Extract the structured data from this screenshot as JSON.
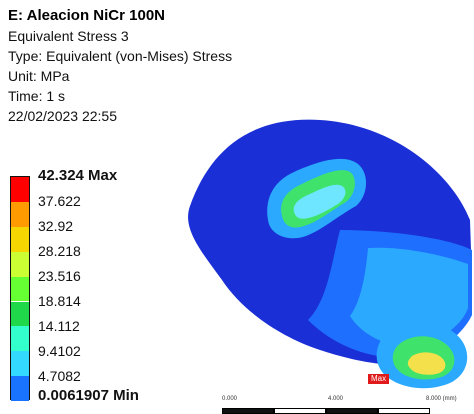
{
  "info": {
    "title": "E: Aleacion NiCr 100N",
    "lines": [
      "Equivalent Stress 3",
      "Type: Equivalent (von-Mises) Stress",
      "Unit: MPa",
      "Time: 1 s",
      "22/02/2023 22:55"
    ]
  },
  "legend": {
    "labels": [
      "42.324 Max",
      "37.622",
      "32.92",
      "28.218",
      "23.516",
      "18.814",
      "14.112",
      "9.4102",
      "4.7082",
      "0.0061907 Min"
    ],
    "colors": [
      "#ff0000",
      "#ff9a00",
      "#f6d600",
      "#ccff33",
      "#66ff33",
      "#1fd94a",
      "#33ffcc",
      "#33d9ff",
      "#1a73ff",
      "#0000d0"
    ]
  },
  "model": {
    "max_label": "Max",
    "colors": {
      "base": "#1a2fd6",
      "mid": "#1f6fff",
      "teal": "#2aa9ff",
      "light": "#6ee6ff",
      "green": "#3fe36b",
      "yellow": "#f4e04a"
    }
  },
  "scale": {
    "left": "0.000",
    "mid": "4.000",
    "right": "8.000 (mm)"
  }
}
